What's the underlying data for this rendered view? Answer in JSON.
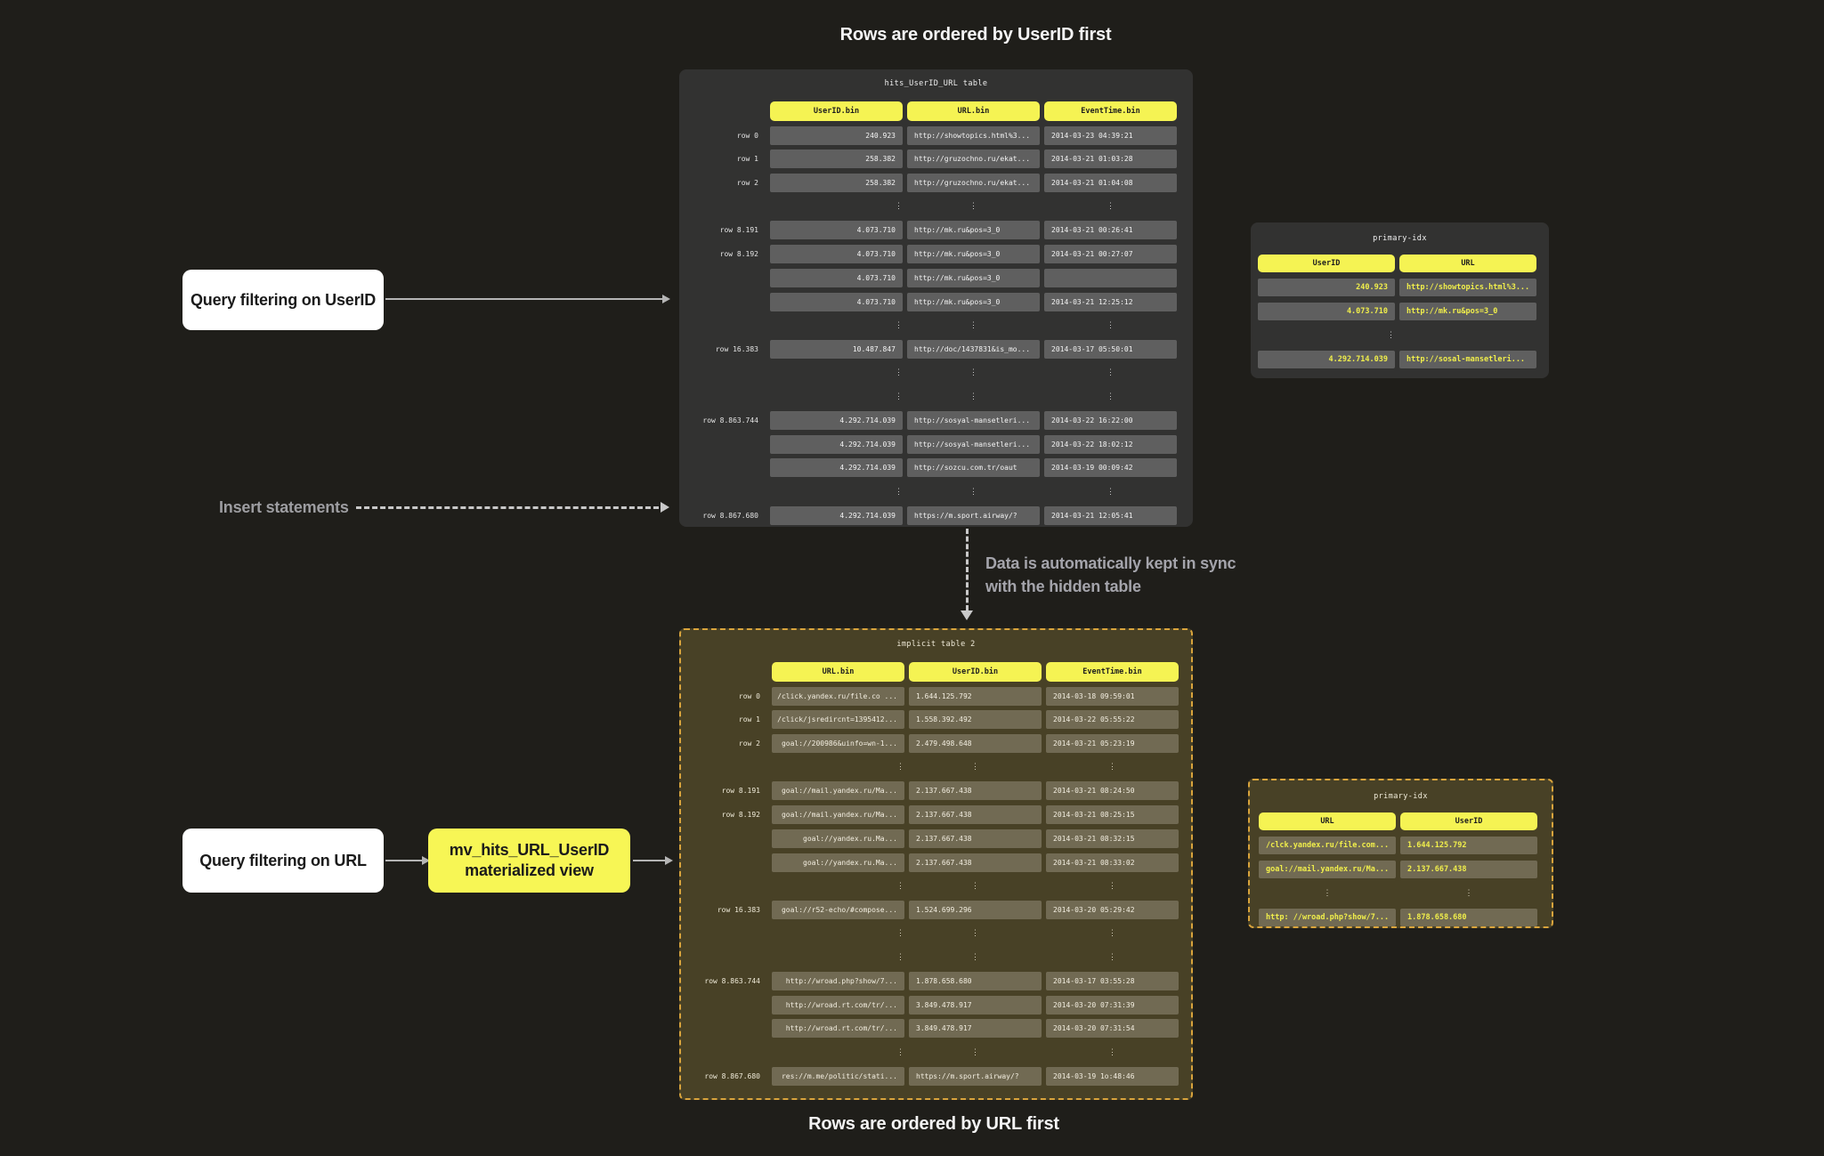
{
  "captions": {
    "top": "Rows are ordered by UserID first",
    "bottom": "Rows are ordered by URL first"
  },
  "annotations": {
    "query_userid": "Query filtering on UserID",
    "insert_statements": "Insert statements",
    "sync_line1": "Data is automatically kept in sync",
    "sync_line2": "with the hidden table",
    "query_url": "Query filtering on URL",
    "mv_line1": "mv_hits_URL_UserID",
    "mv_line2": "materialized view"
  },
  "colors": {
    "page_bg": "#1F1E1A",
    "accent_yellow": "#F5F353",
    "mv_box_yellow": "#F7F655",
    "dashed_border_gold": "#D9A43C",
    "dark_table_bg": "#323231",
    "dark_cell_bg": "#5F5F5F",
    "hidden_table_bg": "#484126",
    "hidden_cell_bg": "#716A53",
    "idx_value_yellow": "#F0EE4B",
    "white_box": "#FFFFFF",
    "arrow_gray": "#B5B5B5",
    "note_gray": "#A4A4AB"
  },
  "tables": {
    "hits": {
      "title": "hits_UserID_URL table",
      "columns": [
        "UserID.bin",
        "URL.bin",
        "EventTime.bin"
      ],
      "rows": [
        {
          "label": "row 0",
          "cells": [
            "240.923",
            "http://showtopics.html%3...",
            "2014-03-23 04:39:21"
          ]
        },
        {
          "label": "row 1",
          "cells": [
            "258.382",
            "http://gruzochno.ru/ekat...",
            "2014-03-21 01:03:28"
          ]
        },
        {
          "label": "row 2",
          "cells": [
            "258.382",
            "http://gruzochno.ru/ekat...",
            "2014-03-21 01:04:08"
          ]
        },
        {
          "ellipsis": [
            true,
            true,
            true
          ]
        },
        {
          "label": "row 8.191",
          "cells": [
            "4.073.710",
            "http://mk.ru&pos=3_0",
            "2014-03-21 00:26:41"
          ]
        },
        {
          "label": "row 8.192",
          "cells": [
            "4.073.710",
            "http://mk.ru&pos=3_0",
            "2014-03-21 00:27:07"
          ]
        },
        {
          "label": "",
          "cells": [
            "4.073.710",
            "http://mk.ru&pos=3_0",
            ""
          ]
        },
        {
          "label": "",
          "cells": [
            "4.073.710",
            "http://mk.ru&pos=3_0",
            "2014-03-21 12:25:12"
          ]
        },
        {
          "ellipsis": [
            true,
            true,
            true
          ]
        },
        {
          "label": "row 16.383",
          "cells": [
            "10.487.847",
            "http://doc/1437831&is_mo...",
            "2014-03-17 05:50:01"
          ]
        },
        {
          "ellipsis": [
            true,
            true,
            true
          ]
        },
        {
          "ellipsis": [
            true,
            true,
            true
          ]
        },
        {
          "label": "row 8.863.744",
          "cells": [
            "4.292.714.039",
            "http://sosyal-mansetleri...",
            "2014-03-22 16:22:00"
          ]
        },
        {
          "label": "",
          "cells": [
            "4.292.714.039",
            "http://sosyal-mansetleri...",
            "2014-03-22 18:02:12"
          ]
        },
        {
          "label": "",
          "cells": [
            "4.292.714.039",
            "http://sozcu.com.tr/oaut",
            "2014-03-19 00:09:42"
          ]
        },
        {
          "ellipsis": [
            true,
            true,
            true
          ]
        },
        {
          "label": "row 8.867.680",
          "cells": [
            "4.292.714.039",
            "https://m.sport.airway/?",
            "2014-03-21 12:05:41"
          ]
        }
      ]
    },
    "pidx_top": {
      "title": "primary-idx",
      "columns": [
        "UserID",
        "URL"
      ],
      "rows": [
        {
          "cells": [
            "240.923",
            "http://showtopics.html%3..."
          ]
        },
        {
          "cells": [
            "4.073.710",
            "http://mk.ru&pos=3_0"
          ]
        },
        {
          "ellipsis": [
            true,
            false
          ]
        },
        {
          "cells": [
            "4.292.714.039",
            "http://sosal-mansetleri..."
          ]
        }
      ]
    },
    "implicit": {
      "title": "implicit table 2",
      "columns": [
        "URL.bin",
        "UserID.bin",
        "EventTime.bin"
      ],
      "rows": [
        {
          "label": "row 0",
          "cells": [
            "/click.yandex.ru/file.co ...",
            "1.644.125.792",
            "2014-03-18 09:59:01"
          ]
        },
        {
          "label": "row 1",
          "cells": [
            "/click/jsredircnt=1395412...",
            "1.558.392.492",
            "2014-03-22 05:55:22"
          ]
        },
        {
          "label": "row 2",
          "cells": [
            "goal://200986&uinfo=wn-1...",
            "2.479.498.648",
            "2014-03-21 05:23:19"
          ]
        },
        {
          "ellipsis": [
            true,
            true,
            true
          ]
        },
        {
          "label": "row 8.191",
          "cells": [
            "goal://mail.yandex.ru/Ma...",
            "2.137.667.438",
            "2014-03-21 08:24:50"
          ]
        },
        {
          "label": "row 8.192",
          "cells": [
            "goal://mail.yandex.ru/Ma...",
            "2.137.667.438",
            "2014-03-21 08:25:15"
          ]
        },
        {
          "label": "",
          "cells": [
            "goal://yandex.ru.Ma...",
            "2.137.667.438",
            "2014-03-21 08:32:15"
          ]
        },
        {
          "label": "",
          "cells": [
            "goal://yandex.ru.Ma...",
            "2.137.667.438",
            "2014-03-21 08:33:02"
          ]
        },
        {
          "ellipsis": [
            true,
            true,
            true
          ]
        },
        {
          "label": "row 16.383",
          "cells": [
            "goal://r52-echo/#compose...",
            "1.524.699.296",
            "2014-03-20 05:29:42"
          ]
        },
        {
          "ellipsis": [
            true,
            true,
            true
          ]
        },
        {
          "ellipsis": [
            true,
            true,
            true
          ]
        },
        {
          "label": "row 8.863.744",
          "cells": [
            "http://wroad.php?show/7...",
            "1.878.658.680",
            "2014-03-17 03:55:28"
          ]
        },
        {
          "label": "",
          "cells": [
            "http://wroad.rt.com/tr/...",
            "3.849.478.917",
            "2014-03-20 07:31:39"
          ]
        },
        {
          "label": "",
          "cells": [
            "http://wroad.rt.com/tr/...",
            "3.849.478.917",
            "2014-03-20 07:31:54"
          ]
        },
        {
          "ellipsis": [
            true,
            true,
            true
          ]
        },
        {
          "label": "row 8.867.680",
          "cells": [
            "res://m.me/politic/stati...",
            "https://m.sport.airway/?",
            "2014-03-19 1o:48:46"
          ]
        }
      ]
    },
    "pidx_bottom": {
      "title": "primary-idx",
      "columns": [
        "URL",
        "UserID"
      ],
      "rows": [
        {
          "cells": [
            "/clck.yandex.ru/file.com...",
            "1.644.125.792"
          ]
        },
        {
          "cells": [
            "goal://mail.yandex.ru/Ma...",
            "2.137.667.438"
          ]
        },
        {
          "ellipsis": [
            true,
            true
          ]
        },
        {
          "cells": [
            "http: //wroad.php?show/7...",
            "1.878.658.680"
          ]
        }
      ]
    }
  }
}
